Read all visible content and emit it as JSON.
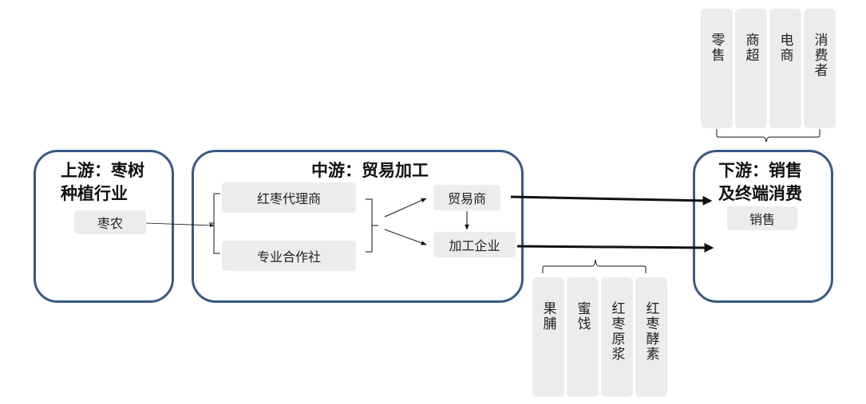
{
  "upstream": {
    "title_line1": "上游：枣树",
    "title_line2": "种植行业",
    "farmer": "枣农"
  },
  "midstream": {
    "title": "中游：贸易加工",
    "agent": "红枣代理商",
    "cooperative": "专业合作社",
    "trader": "贸易商",
    "processor": "加工企业"
  },
  "downstream": {
    "title_line1": "下游：销售",
    "title_line2": "及终端消费",
    "sales": "销售"
  },
  "channels": [
    "零售",
    "商超",
    "电商",
    "消费者"
  ],
  "products": [
    "果脯",
    "蜜饯",
    "红枣原浆",
    "红枣酵素"
  ]
}
